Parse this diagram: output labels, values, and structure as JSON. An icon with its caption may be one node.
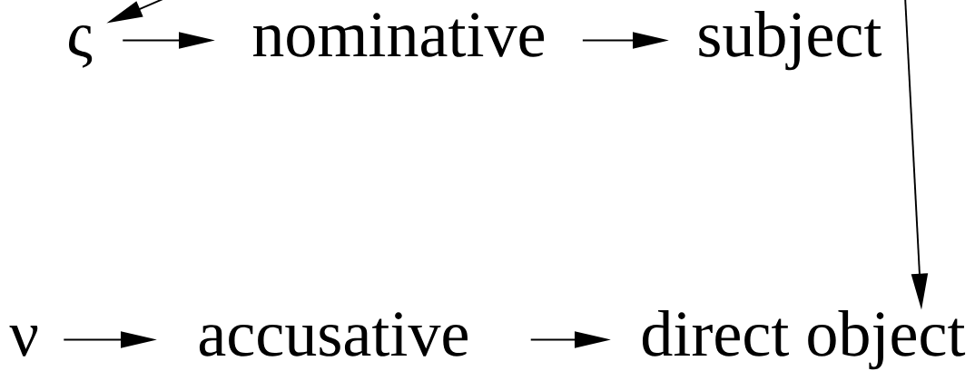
{
  "diagram": {
    "nodes": [
      {
        "text": [
          "ς"
        ]
      },
      {
        "text": [
          "nominative"
        ]
      },
      {
        "text": [
          "subject"
        ]
      },
      {
        "text": [
          "ν"
        ]
      },
      {
        "text": [
          "accusative"
        ]
      },
      {
        "text": [
          "direct object"
        ]
      }
    ],
    "edges": [
      {
        "from": null,
        "to": 0,
        "arrow": "to"
      },
      {
        "from": 0,
        "to": 1,
        "arrow": "to"
      },
      {
        "from": 1,
        "to": 2,
        "arrow": "to"
      },
      {
        "from": null,
        "to": 5,
        "arrow": "to"
      },
      {
        "from": 3,
        "to": 4,
        "arrow": "to"
      },
      {
        "from": 4,
        "to": 5,
        "arrow": "to"
      }
    ]
  }
}
